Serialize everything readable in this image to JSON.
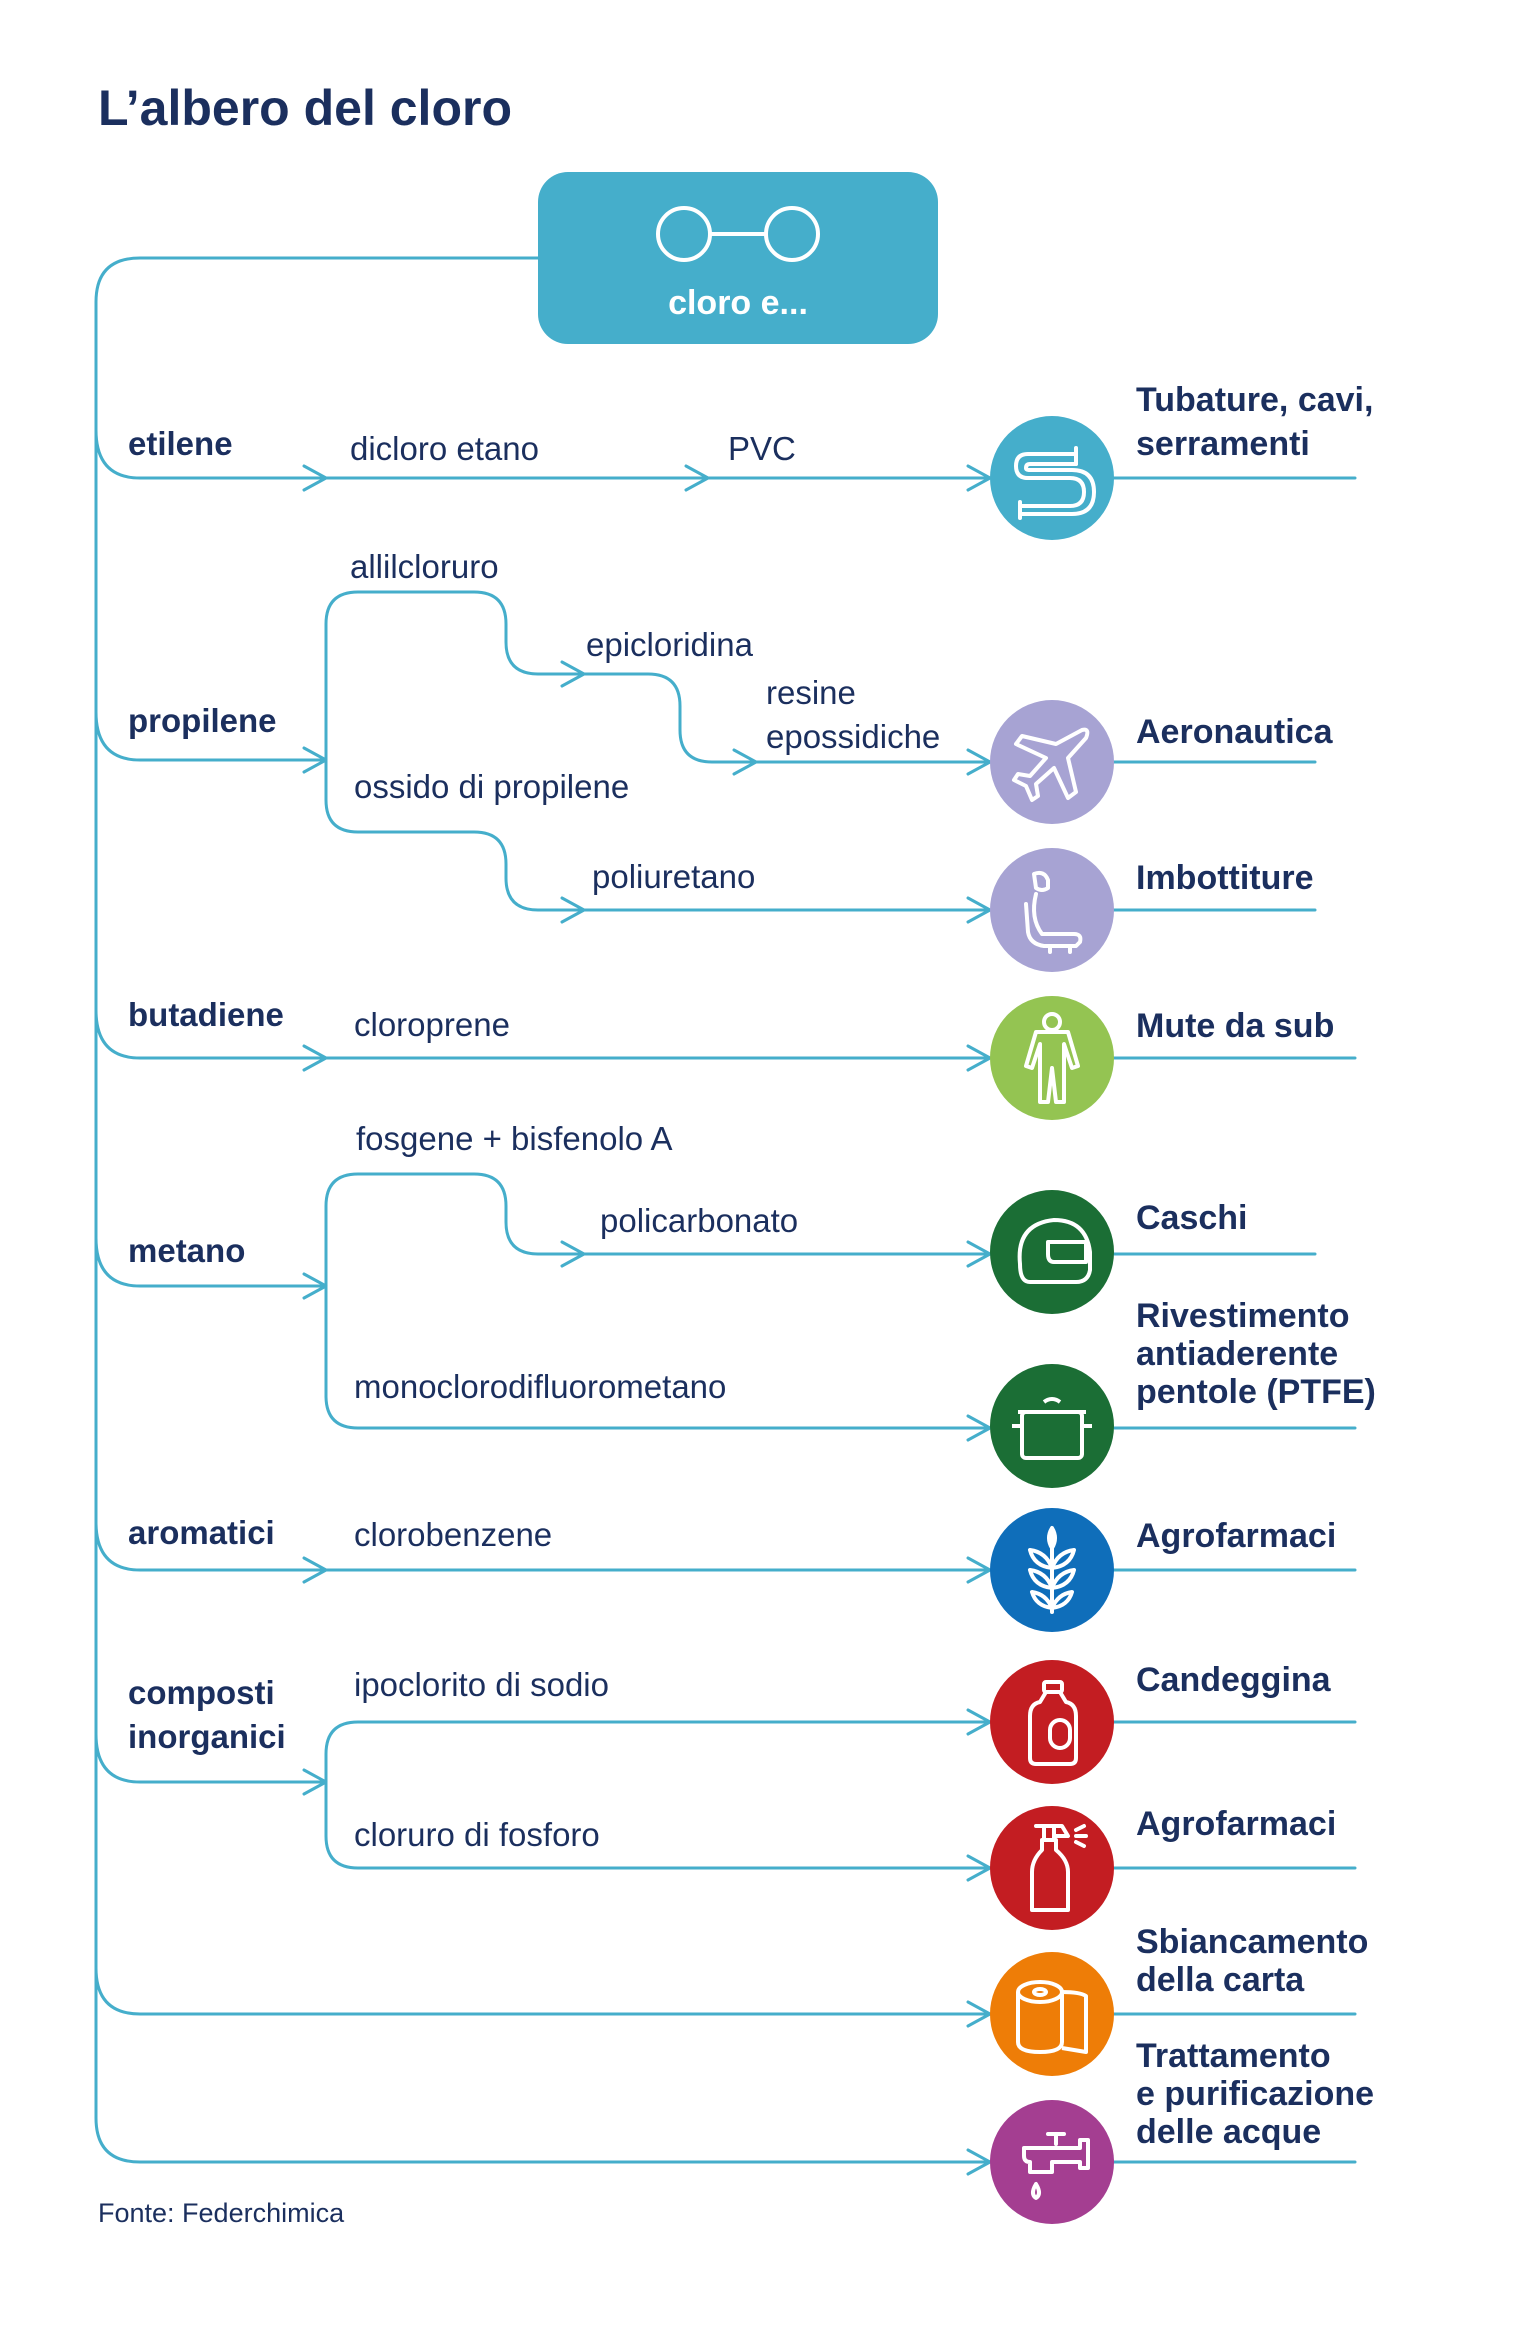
{
  "title": "L’albero del cloro",
  "root": {
    "label": "cloro e...",
    "icon": "molecule-icon"
  },
  "sources": [
    {
      "id": "etilene",
      "label": "etilene"
    },
    {
      "id": "propilene",
      "label": "propilene"
    },
    {
      "id": "butadiene",
      "label": "butadiene"
    },
    {
      "id": "metano",
      "label": "metano"
    },
    {
      "id": "aromatici",
      "label": "aromatici"
    },
    {
      "id": "composti-inorganici",
      "lines": [
        "composti",
        "inorganici"
      ]
    }
  ],
  "intermediates": {
    "dicloro_etano": "dicloro etano",
    "pvc": "PVC",
    "allilcloruro": "allilcloruro",
    "epicloridina": "epicloridina",
    "resine_epossidiche": [
      "resine",
      "epossidiche"
    ],
    "ossido_di_propilene": "ossido di propilene",
    "poliuretano": "poliuretano",
    "cloroprene": "cloroprene",
    "fosgene_bisfenolo": "fosgene + bisfenolo A",
    "policarbonato": "policarbonato",
    "monoclorodifluorometano": "monoclorodifluorometano",
    "clorobenzene": "clorobenzene",
    "ipoclorito_di_sodio": "ipoclorito di sodio",
    "cloruro_di_fosforo": "cloruro di fosforo"
  },
  "products": [
    {
      "id": "tubature",
      "lines": [
        "Tubature, cavi,",
        "serramenti"
      ],
      "icon": "pipe-icon",
      "color": "#45aecb"
    },
    {
      "id": "aeronautica",
      "lines": [
        "Aeronautica"
      ],
      "icon": "airplane-icon",
      "color": "#a7a3d3"
    },
    {
      "id": "imbottiture",
      "lines": [
        "Imbottiture"
      ],
      "icon": "car-seat-icon",
      "color": "#a7a3d3"
    },
    {
      "id": "mute",
      "lines": [
        "Mute da sub"
      ],
      "icon": "wetsuit-icon",
      "color": "#94c452"
    },
    {
      "id": "caschi",
      "lines": [
        "Caschi"
      ],
      "icon": "helmet-icon",
      "color": "#1b6e35"
    },
    {
      "id": "rivestimento",
      "lines": [
        "Rivestimento",
        "antiaderente",
        "pentole (PTFE)"
      ],
      "icon": "pot-icon",
      "color": "#1b6e35"
    },
    {
      "id": "agrofarmaci-1",
      "lines": [
        "Agrofarmaci"
      ],
      "icon": "wheat-icon",
      "color": "#0f6eba"
    },
    {
      "id": "candeggina",
      "lines": [
        "Candeggina"
      ],
      "icon": "bleach-bottle-icon",
      "color": "#c31d22"
    },
    {
      "id": "agrofarmaci-2",
      "lines": [
        "Agrofarmaci"
      ],
      "icon": "spray-bottle-icon",
      "color": "#c31d22"
    },
    {
      "id": "sbiancamento",
      "lines": [
        "Sbiancamento",
        "della carta"
      ],
      "icon": "paper-roll-icon",
      "color": "#ee7d07"
    },
    {
      "id": "acque",
      "lines": [
        "Trattamento",
        "e purificazione",
        "delle acque"
      ],
      "icon": "water-tap-icon",
      "color": "#a43e91"
    }
  ],
  "source_note": "Fonte: Federchimica",
  "colors": {
    "line": "#45aecb",
    "text": "#1b2f5e"
  }
}
